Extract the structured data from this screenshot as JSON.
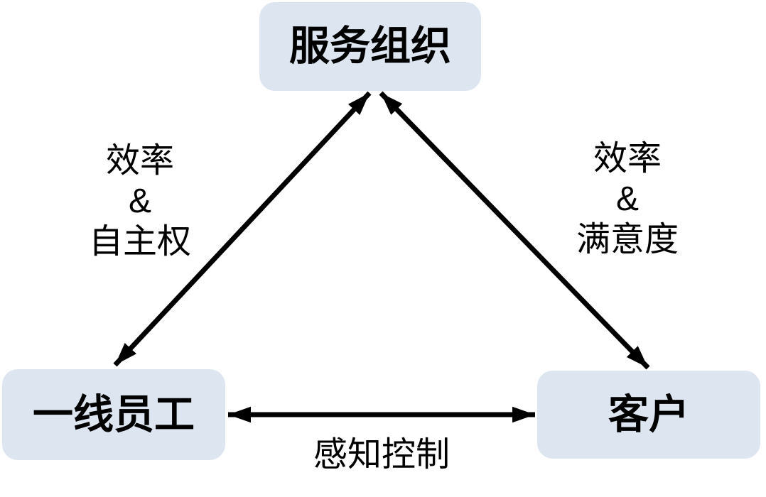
{
  "colors": {
    "background": "#ffffff",
    "node_fill": "#dde6f0",
    "text": "#000000",
    "arrow": "#000000"
  },
  "nodes": {
    "service_organization": {
      "label": "服务组织"
    },
    "frontline_employees": {
      "label": "一线员工"
    },
    "customers": {
      "label": "客户"
    }
  },
  "edges": {
    "frontline_to_organization": {
      "arrow": "bidirectional",
      "label_lines": [
        "效率",
        "&",
        "自主权"
      ]
    },
    "organization_to_customers": {
      "arrow": "bidirectional",
      "label_lines": [
        "效率",
        "&",
        "满意度"
      ]
    },
    "frontline_to_customers": {
      "arrow": "bidirectional",
      "label": "感知控制"
    }
  }
}
